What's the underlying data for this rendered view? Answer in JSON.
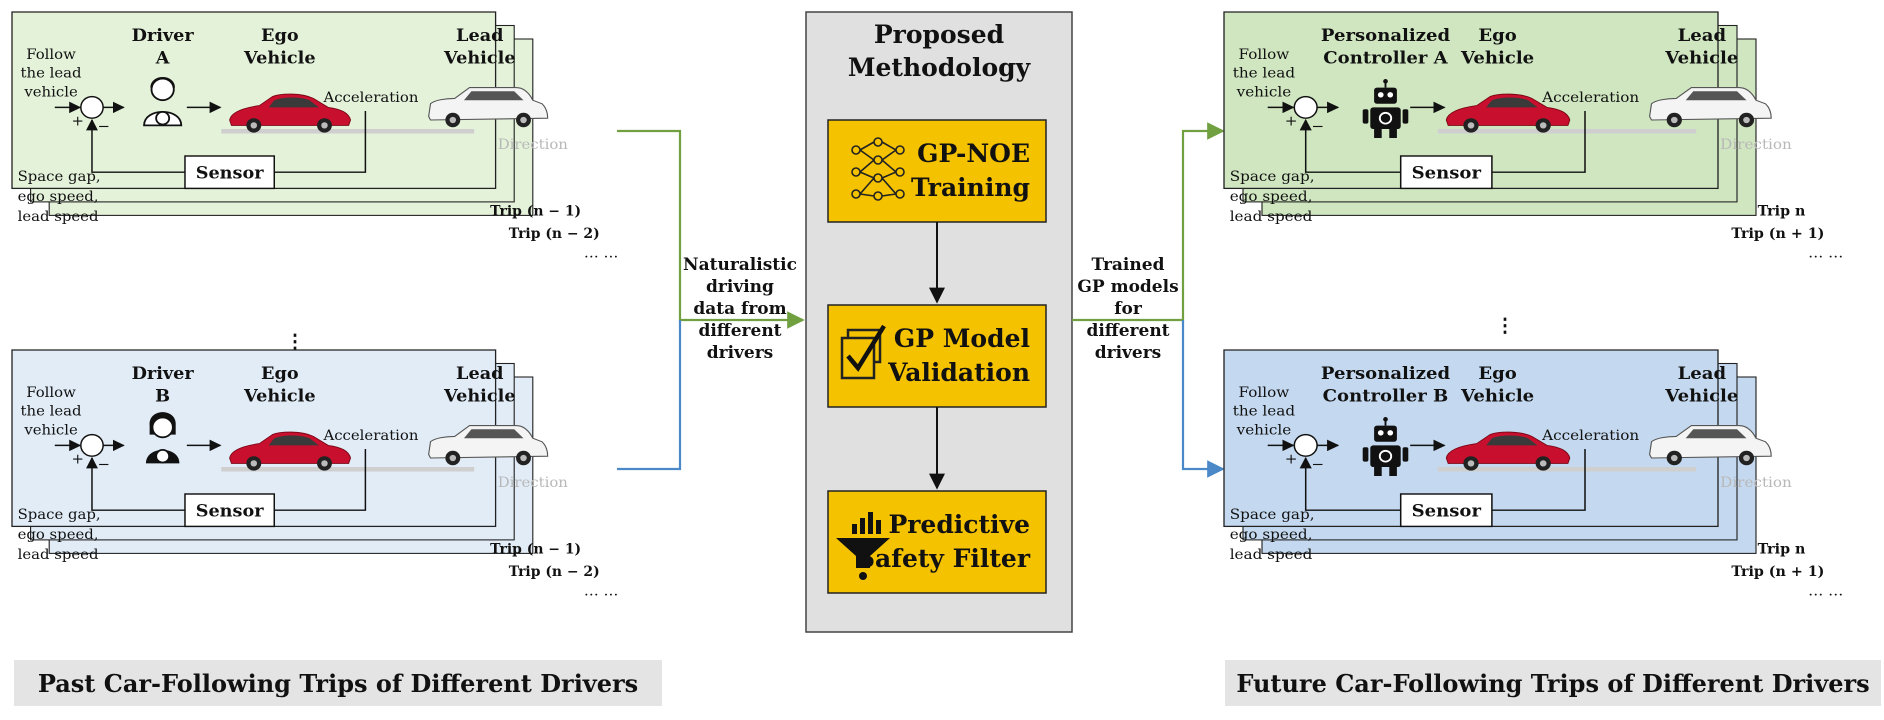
{
  "left_panels": [
    {
      "driver_line1": "Driver",
      "driver_line2": "A",
      "ego_line1": "Ego",
      "ego_line2": "Vehicle",
      "lead_line1": "Lead",
      "lead_line2": "Vehicle",
      "follow_lines": [
        "Follow",
        "the lead",
        "vehicle"
      ],
      "acceleration": "Acceleration",
      "direction": "Direction",
      "sensor": "Sensor",
      "feedback_lines": [
        "Space gap,",
        "ego speed,",
        "lead speed"
      ],
      "trip_front": "Trip (n − 1)",
      "trip_back": "Trip (n − 2)",
      "more": "… …",
      "bg": "#e4f2da"
    },
    {
      "driver_line1": "Driver",
      "driver_line2": "B",
      "ego_line1": "Ego",
      "ego_line2": "Vehicle",
      "lead_line1": "Lead",
      "lead_line2": "Vehicle",
      "follow_lines": [
        "Follow",
        "the lead",
        "vehicle"
      ],
      "acceleration": "Acceleration",
      "direction": "Direction",
      "sensor": "Sensor",
      "feedback_lines": [
        "Space gap,",
        "ego speed,",
        "lead speed"
      ],
      "trip_front": "Trip (n − 1)",
      "trip_back": "Trip (n − 2)",
      "more": "… …",
      "bg": "#e1ecf7"
    }
  ],
  "right_panels": [
    {
      "driver_line1": "Personalized",
      "driver_line2": "Controller  A",
      "ego_line1": "Ego",
      "ego_line2": "Vehicle",
      "lead_line1": "Lead",
      "lead_line2": "Vehicle",
      "follow_lines": [
        "Follow",
        "the lead",
        "vehicle"
      ],
      "acceleration": "Acceleration",
      "direction": "Direction",
      "sensor": "Sensor",
      "feedback_lines": [
        "Space gap,",
        "ego speed,",
        "lead speed"
      ],
      "trip_front": "Trip n",
      "trip_back": "Trip (n + 1)",
      "more": "… …",
      "bg": "#cfe6c0"
    },
    {
      "driver_line1": "Personalized",
      "driver_line2": "Controller  B",
      "ego_line1": "Ego",
      "ego_line2": "Vehicle",
      "lead_line1": "Lead",
      "lead_line2": "Vehicle",
      "follow_lines": [
        "Follow",
        "the lead",
        "vehicle"
      ],
      "acceleration": "Acceleration",
      "direction": "Direction",
      "sensor": "Sensor",
      "feedback_lines": [
        "Space gap,",
        "ego speed,",
        "lead speed"
      ],
      "trip_front": "Trip n",
      "trip_back": "Trip (n + 1)",
      "more": "… …",
      "bg": "#c4d9ef"
    }
  ],
  "vdots": "⋮",
  "methodology": {
    "title_line1": "Proposed",
    "title_line2": "Methodology",
    "steps": [
      {
        "line1": "GP-NOE",
        "line2": "Training",
        "icon": "neural-network-icon"
      },
      {
        "line1": "GP Model",
        "line2": "Validation",
        "icon": "checkbox-icon"
      },
      {
        "line1": "Predictive",
        "line2": "Safety Filter",
        "icon": "filter-funnel-icon"
      }
    ],
    "box_color": "#f5c200",
    "panel_color": "#e0e0e0"
  },
  "left_connector_label": [
    "Naturalistic",
    "driving",
    "data from",
    "different",
    "drivers"
  ],
  "right_connector_label": [
    "Trained",
    "GP models",
    "for",
    "different",
    "drivers"
  ],
  "captions": {
    "left": "Past Car-Following Trips of Different Drivers",
    "right": "Future Car-Following Trips of Different Drivers"
  },
  "colors": {
    "green_line": "#70a040",
    "blue_line": "#4a88c8",
    "car_red": "#c8102e",
    "caption_bg": "#e4e4e4"
  }
}
